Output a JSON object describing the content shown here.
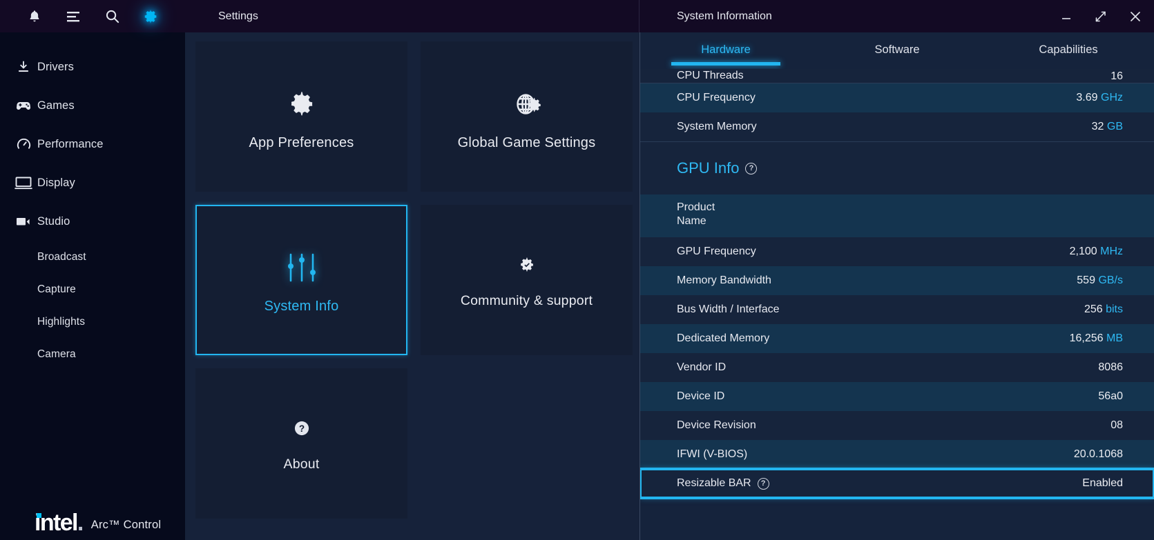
{
  "rail": {
    "top_icons": [
      {
        "name": "bell-icon",
        "label": "Notifications"
      },
      {
        "name": "menu-icon",
        "label": "Menu"
      },
      {
        "name": "search-icon",
        "label": "Search"
      },
      {
        "name": "gear-icon",
        "label": "Settings"
      }
    ],
    "items": [
      {
        "label": "Drivers",
        "icon": "download-icon"
      },
      {
        "label": "Games",
        "icon": "gamepad-icon"
      },
      {
        "label": "Performance",
        "icon": "gauge-icon"
      },
      {
        "label": "Display",
        "icon": "monitor-icon"
      },
      {
        "label": "Studio",
        "icon": "video-camera-icon"
      }
    ],
    "sub_items": [
      {
        "label": "Broadcast"
      },
      {
        "label": "Capture"
      },
      {
        "label": "Highlights"
      },
      {
        "label": "Camera"
      }
    ],
    "brand": {
      "logo": "intel",
      "period": ".",
      "product": "Arc™ Control"
    }
  },
  "settings": {
    "title": "Settings",
    "cards": [
      {
        "label": "App Preferences",
        "icon": "gear-icon",
        "selected": false
      },
      {
        "label": "Global Game Settings",
        "icon": "globe-gear-icon",
        "selected": false
      },
      {
        "label": "System Info",
        "icon": "sliders-icon",
        "selected": true
      },
      {
        "label": "Community & support",
        "icon": "gear-check-icon",
        "selected": false
      },
      {
        "label": "About",
        "icon": "question-circle-icon",
        "selected": false
      }
    ]
  },
  "sysinfo": {
    "title": "System Information",
    "window_controls": [
      {
        "name": "minimize-button",
        "glyph": "—"
      },
      {
        "name": "maximize-button",
        "glyph": "⤡"
      },
      {
        "name": "close-button",
        "glyph": "✕"
      }
    ],
    "tabs": [
      {
        "label": "Hardware",
        "active": true
      },
      {
        "label": "Software",
        "active": false
      },
      {
        "label": "Capabilities",
        "active": false
      }
    ],
    "clipped_row": {
      "key": "CPU Threads",
      "value": "16"
    },
    "cpu_rows": [
      {
        "key": "CPU Frequency",
        "value": "3.69",
        "unit": "GHz",
        "alt": true
      },
      {
        "key": "System Memory",
        "value": "32",
        "unit": "GB",
        "alt": false
      }
    ],
    "gpu_section": {
      "title": "GPU Info",
      "help": "?"
    },
    "gpu_rows": [
      {
        "key": "Product\nName",
        "value": "",
        "unit": "",
        "alt": true,
        "two_line": true
      },
      {
        "key": "GPU Frequency",
        "value": "2,100",
        "unit": "MHz",
        "alt": false
      },
      {
        "key": "Memory Bandwidth",
        "value": "559",
        "unit": "GB/s",
        "alt": true
      },
      {
        "key": "Bus Width / Interface",
        "value": "256",
        "unit": "bits",
        "alt": false
      },
      {
        "key": "Dedicated Memory",
        "value": "16,256",
        "unit": "MB",
        "alt": true
      },
      {
        "key": "Vendor ID",
        "value": "8086",
        "unit": "",
        "alt": false
      },
      {
        "key": "Device ID",
        "value": "56a0",
        "unit": "",
        "alt": true
      },
      {
        "key": "Device Revision",
        "value": "08",
        "unit": "",
        "alt": false
      },
      {
        "key": "IFWI (V-BIOS)",
        "value": "20.0.1068",
        "unit": "",
        "alt": true
      },
      {
        "key": "Resizable BAR",
        "value": "Enabled",
        "unit": "",
        "alt": false,
        "help": "?",
        "highlight": true
      }
    ]
  },
  "colors": {
    "accent": "#22b6f0",
    "accent_text": "#2fb9f3",
    "rail_bg": "#060a1c",
    "titlebar_bg": "#130a24",
    "panel_bg": "#15233c",
    "row_alt": "#14344f",
    "row_norm": "#16243c",
    "card_bg": "#141e33"
  }
}
